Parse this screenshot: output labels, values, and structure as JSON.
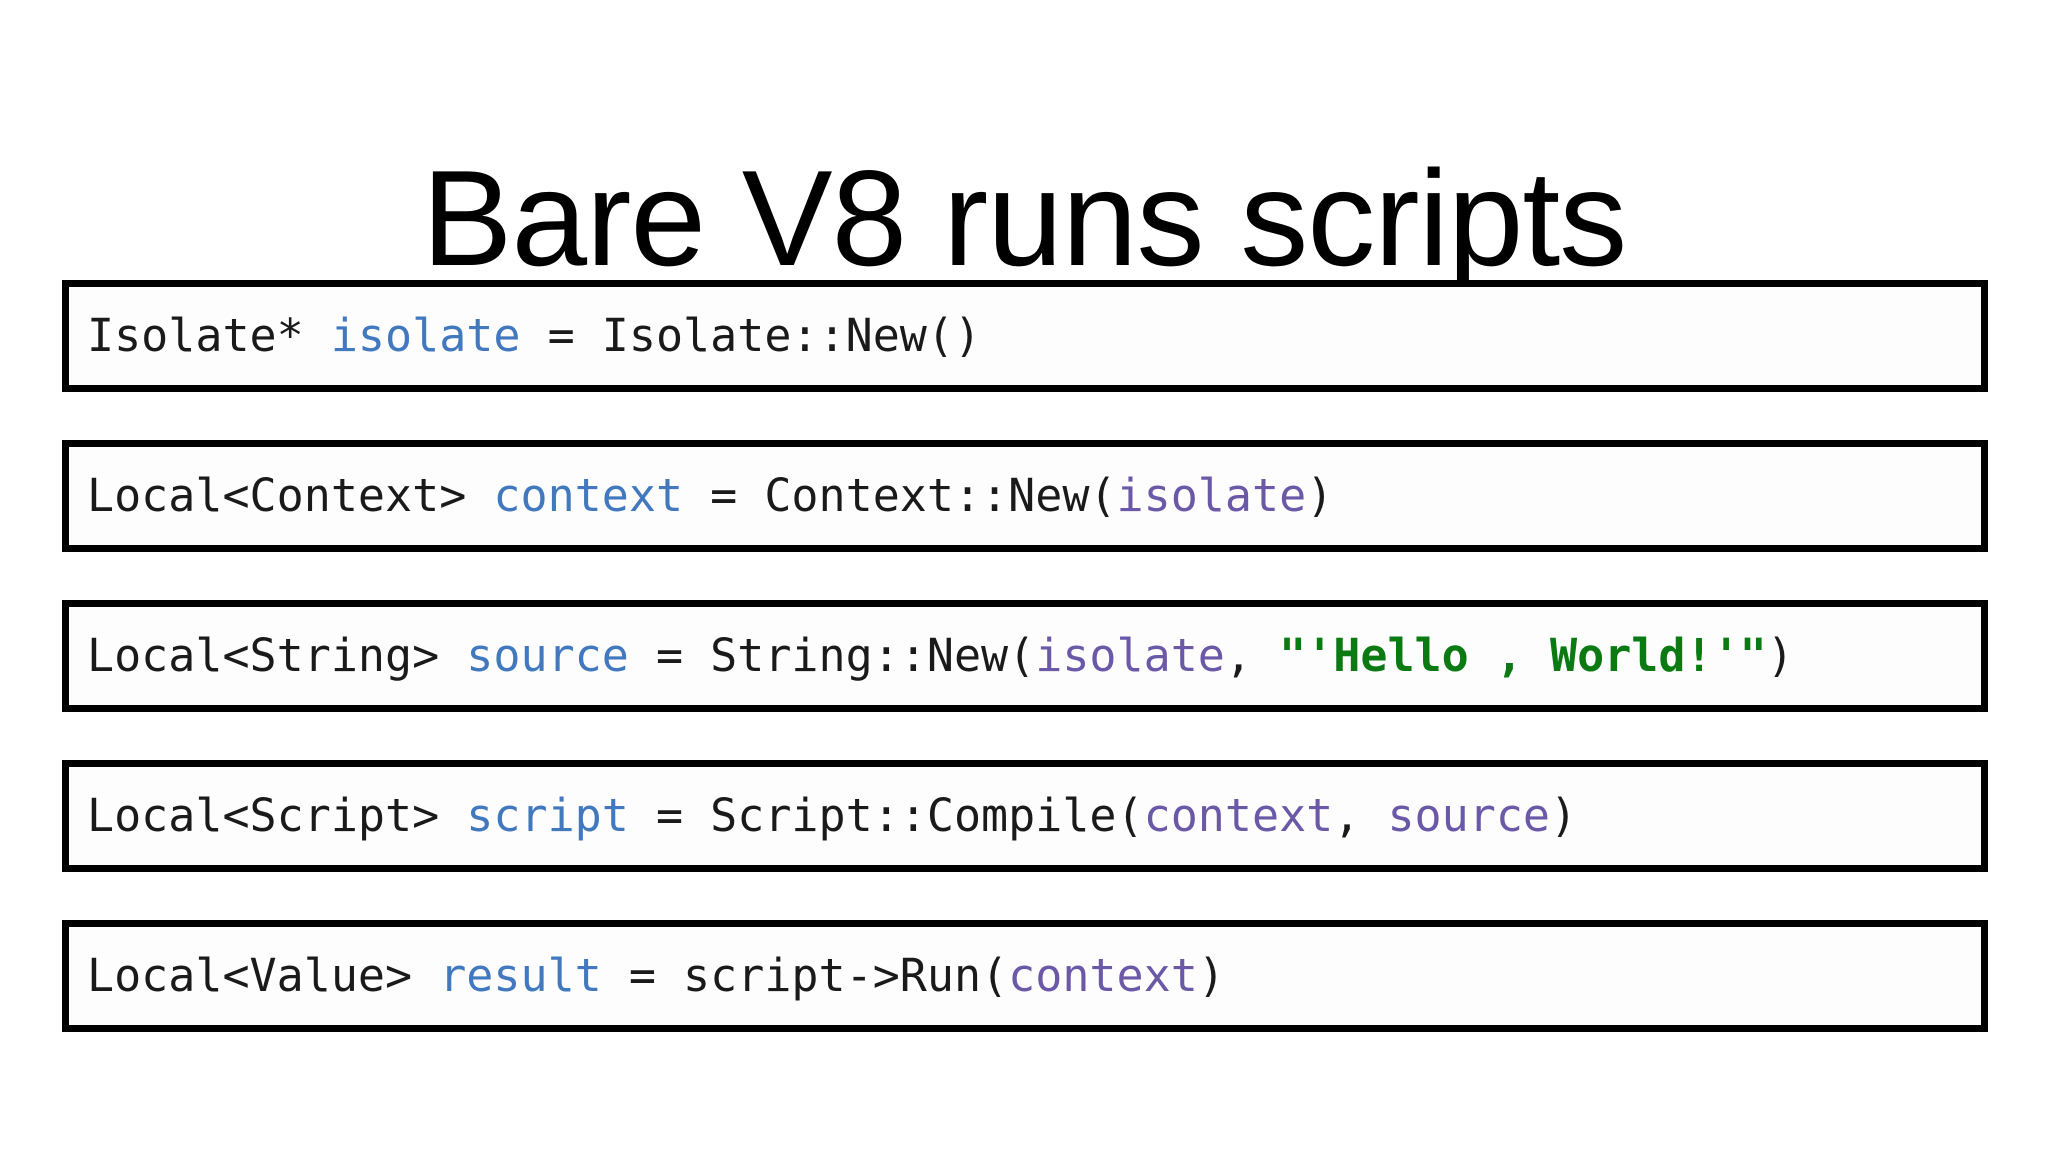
{
  "slide": {
    "title": "Bare V8 runs scripts",
    "background_color": "#ffffff",
    "colors": {
      "text": "#1a1a1a",
      "declaration": "#4178be",
      "argument": "#6b59a8",
      "string": "#0b7a13",
      "border": "#000000"
    }
  },
  "code_boxes": [
    {
      "id": "isolate-new",
      "full_text": "Isolate* isolate = Isolate::New()",
      "tokens": [
        {
          "text": "Isolate* ",
          "kind": "plain"
        },
        {
          "text": "isolate",
          "kind": "decl"
        },
        {
          "text": " = Isolate::New()",
          "kind": "plain"
        }
      ]
    },
    {
      "id": "context-new",
      "full_text": "Local<Context> context = Context::New(isolate)",
      "tokens": [
        {
          "text": "Local<Context> ",
          "kind": "plain"
        },
        {
          "text": "context",
          "kind": "decl"
        },
        {
          "text": " = Context::New(",
          "kind": "plain"
        },
        {
          "text": "isolate",
          "kind": "arg"
        },
        {
          "text": ")",
          "kind": "plain"
        }
      ]
    },
    {
      "id": "string-new",
      "full_text": "Local<String> source = String::New(isolate, \"'Hello , World!'\")",
      "tokens": [
        {
          "text": "Local<String> ",
          "kind": "plain"
        },
        {
          "text": "source",
          "kind": "decl"
        },
        {
          "text": " = String::New(",
          "kind": "plain"
        },
        {
          "text": "isolate",
          "kind": "arg"
        },
        {
          "text": ", ",
          "kind": "plain"
        },
        {
          "text": "\"'Hello , World!'\"",
          "kind": "string"
        },
        {
          "text": ")",
          "kind": "plain"
        }
      ]
    },
    {
      "id": "script-compile",
      "full_text": "Local<Script> script = Script::Compile(context, source)",
      "tokens": [
        {
          "text": "Local<Script> ",
          "kind": "plain"
        },
        {
          "text": "script",
          "kind": "decl"
        },
        {
          "text": " = Script::Compile(",
          "kind": "plain"
        },
        {
          "text": "context",
          "kind": "arg"
        },
        {
          "text": ", ",
          "kind": "plain"
        },
        {
          "text": "source",
          "kind": "arg"
        },
        {
          "text": ")",
          "kind": "plain"
        }
      ]
    },
    {
      "id": "script-run",
      "full_text": "Local<Value> result = script->Run(context)",
      "tokens": [
        {
          "text": "Local<Value> ",
          "kind": "plain"
        },
        {
          "text": "result",
          "kind": "decl"
        },
        {
          "text": " = script->Run(",
          "kind": "plain"
        },
        {
          "text": "context",
          "kind": "arg"
        },
        {
          "text": ")",
          "kind": "plain"
        }
      ]
    }
  ]
}
